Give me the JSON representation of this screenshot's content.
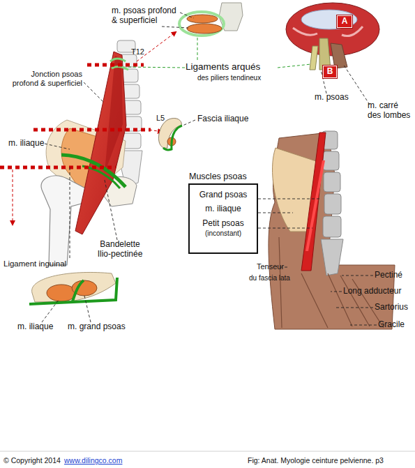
{
  "diagram": {
    "caption": "Fig: Anat. Myologie ceinture pelvienne. p3",
    "nodes": [
      {
        "text": [
          "A"
        ]
      },
      {
        "text": [
          "B"
        ]
      },
      {
        "text": [
          "Muscles psoas",
          "Grand psoas",
          "m. iliaque",
          "Petit psoas",
          "(inconstant)"
        ]
      }
    ],
    "labels": [
      "m. psoas profond & superficiel",
      "T12",
      "Jonction psoas profond & superficiel",
      "Ligaments arqués",
      "des piliers tendineux",
      "m. psoas",
      "m. carré des lombes",
      "L5",
      "Fascia iliaque",
      "m. iliaque",
      "Ligament inguinal",
      "Bandelette Ilio-pectinée",
      "Tenseur",
      "du fascia lata",
      "Pectiné",
      "Long adducteur",
      "Sartorius",
      "Gracile",
      "m. iliaque",
      "m. grand psoas",
      "© Copyright 2014",
      "www.dilingco.com"
    ]
  }
}
